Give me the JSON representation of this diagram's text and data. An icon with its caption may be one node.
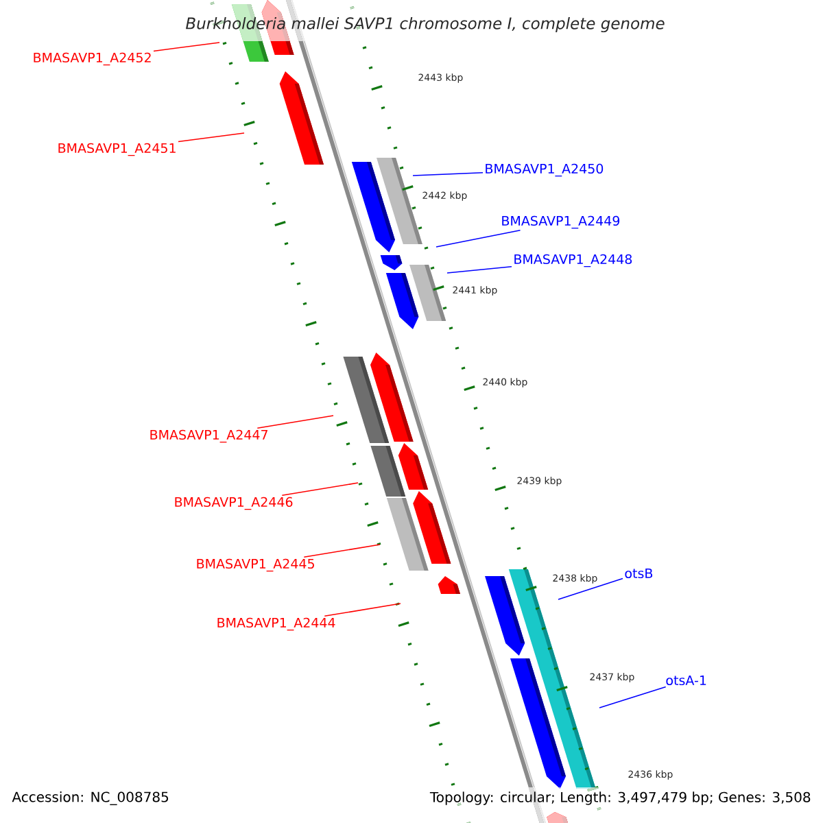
{
  "diagram": {
    "title": "*Burkholderia mallei* SAVP1 chromosome I, complete genome",
    "nodes": [
      {
        "text": [
          "BMASAVP1_A2452"
        ]
      },
      {
        "text": [
          "BMASAVP1_A2451"
        ]
      },
      {
        "text": [
          "BMASAVP1_A2450"
        ]
      },
      {
        "text": [
          "BMASAVP1_A2449"
        ]
      },
      {
        "text": [
          "BMASAVP1_A2448"
        ]
      },
      {
        "text": [
          "BMASAVP1_A2447"
        ]
      },
      {
        "text": [
          "BMASAVP1_A2446"
        ]
      },
      {
        "text": [
          "BMASAVP1_A2445"
        ]
      },
      {
        "text": [
          "BMASAVP1_A2444"
        ]
      },
      {
        "text": [
          "otsB"
        ]
      },
      {
        "text": [
          "otsA-1"
        ]
      }
    ],
    "edges": [
      {
        "from": 0,
        "to": null,
        "arrow": "none"
      },
      {
        "from": 1,
        "to": null,
        "arrow": "none"
      },
      {
        "from": 2,
        "to": null,
        "arrow": "none",
        "color": "#0000ff"
      },
      {
        "from": 3,
        "to": null,
        "arrow": "none",
        "color": "#0000ff"
      },
      {
        "from": 4,
        "to": null,
        "arrow": "none",
        "color": "#0000ff"
      },
      {
        "from": 5,
        "to": null,
        "arrow": "none"
      },
      {
        "from": 6,
        "to": null,
        "arrow": "none"
      },
      {
        "from": 7,
        "to": null,
        "arrow": "none"
      },
      {
        "from": 8,
        "to": null,
        "arrow": "none"
      },
      {
        "from": 9,
        "to": null,
        "arrow": "none",
        "color": "#0000ff"
      },
      {
        "from": 10,
        "to": null,
        "arrow": "none",
        "color": "#0000ff"
      }
    ],
    "labels": [
      "2443 kbp",
      "2442 kbp",
      "2441 kbp",
      "2440 kbp",
      "2439 kbp",
      "2438 kbp",
      "2437 kbp",
      "2436 kbp",
      "Accession: NC_008785",
      "Topology: circular; Length: 3,497,479 bp; Genes: 3,508"
    ]
  }
}
